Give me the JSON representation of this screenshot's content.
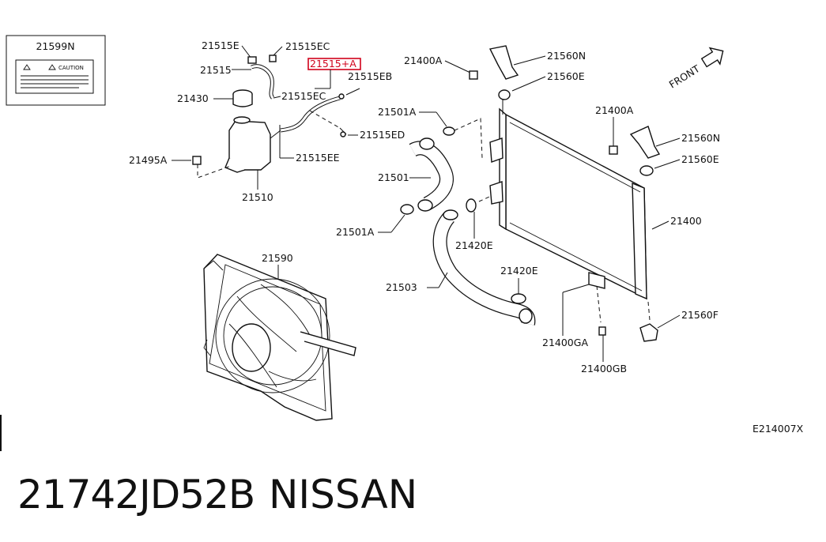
{
  "labels": {
    "caution_label": "21599N",
    "label_text": "CAUTION",
    "l21515E": "21515E",
    "l21515EC_top": "21515EC",
    "l21515A": "21515+A",
    "l21515": "21515",
    "l21515EB": "21515EB",
    "l21430": "21430",
    "l21515EC_mid": "21515EC",
    "l21515ED": "21515ED",
    "l21515EE": "21515EE",
    "l21495A": "21495A",
    "l21510": "21510",
    "l21590": "21590",
    "l21400A_left": "21400A",
    "l21560N_top": "21560N",
    "l21560E_top": "21560E",
    "l21501A_top": "21501A",
    "l21501": "21501",
    "l21501A_bottom": "21501A",
    "l21420E_left": "21420E",
    "l21503": "21503",
    "l21420E_bottom": "21420E",
    "l21400GA": "21400GA",
    "l21400GB": "21400GB",
    "l21400A_right": "21400A",
    "l21560N_right": "21560N",
    "l21560E_right": "21560E",
    "l21400": "21400",
    "l21560F": "21560F",
    "front": "FRONT",
    "diagram_code": "E214007X"
  },
  "highlight_color": "#d0021b",
  "footer": {
    "part_number": "21742JD52B",
    "brand": "NISSAN"
  }
}
